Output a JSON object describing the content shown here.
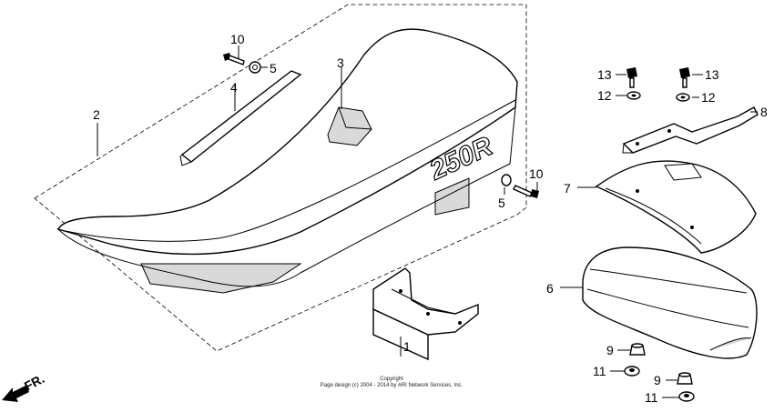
{
  "seat_logo": "250R",
  "front_indicator": "FR.",
  "copyright": {
    "line1": "Copyright",
    "line2": "Page design (c) 2004 - 2014 by ARI Network Services, Inc."
  },
  "callouts": {
    "c1": "1",
    "c2": "2",
    "c3": "3",
    "c4": "4",
    "c5a": "5",
    "c5b": "5",
    "c6": "6",
    "c7": "7",
    "c8": "8",
    "c9a": "9",
    "c9b": "9",
    "c10a": "10",
    "c10b": "10",
    "c11a": "11",
    "c11b": "11",
    "c12a": "12",
    "c12b": "12",
    "c13a": "13",
    "c13b": "13"
  }
}
